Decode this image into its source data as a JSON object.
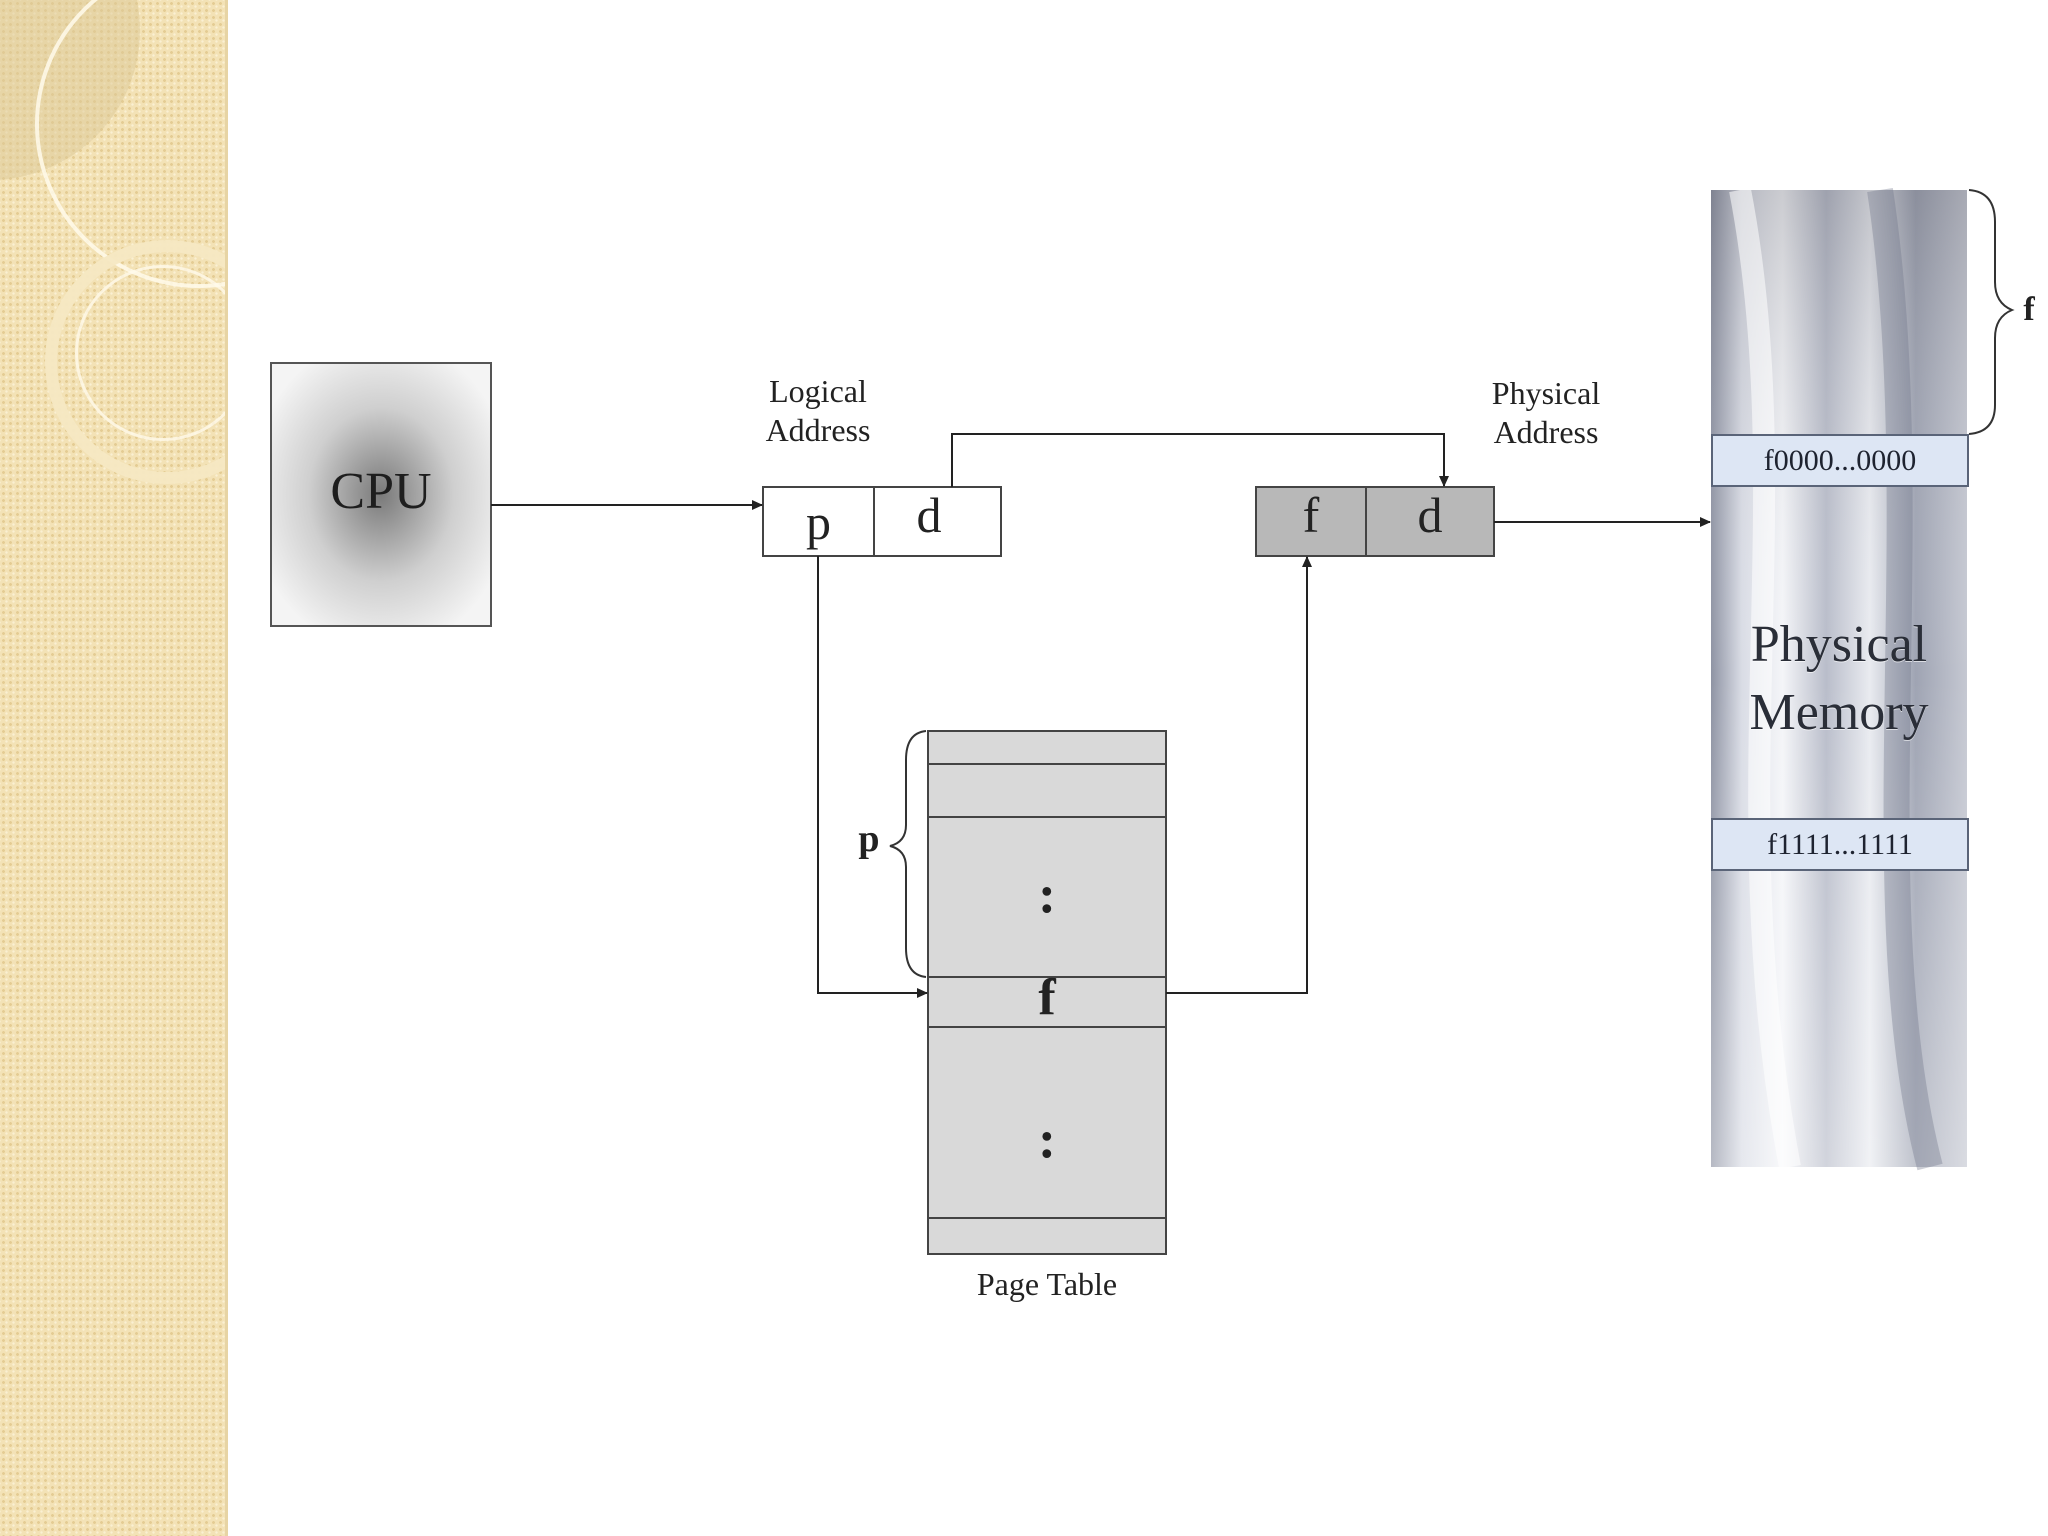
{
  "diagram": {
    "cpu_label": "CPU",
    "logical_address": {
      "label_line1": "Logical",
      "label_line2": "Address",
      "page_cell": "p",
      "offset_cell": "d"
    },
    "physical_address": {
      "label_line1": "Physical",
      "label_line2": "Address",
      "frame_cell": "f",
      "offset_cell": "d"
    },
    "page_table": {
      "caption": "Page Table",
      "brace_label": "p",
      "entry_label": "f",
      "ellipsis": ":"
    },
    "physical_memory": {
      "label_line1": "Physical",
      "label_line2": "Memory",
      "start_address": "f0000...0000",
      "end_address": "f1111...1111",
      "brace_label": "f"
    }
  },
  "colors": {
    "sidebar": "#f3e2b6",
    "address_box_physical": "#b8b8b8",
    "page_table_fill": "#d9d9d9",
    "memory_bar": "#c8ccd8",
    "address_label_bg": "#dde6f4"
  }
}
